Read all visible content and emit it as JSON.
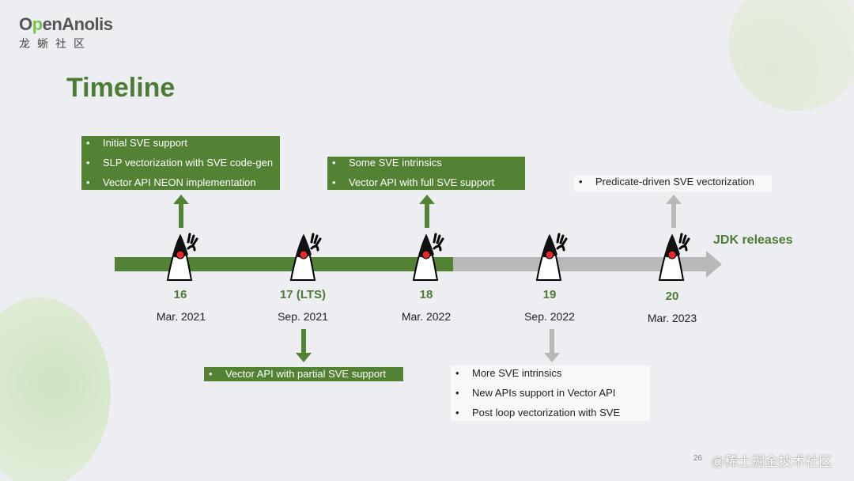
{
  "logo": {
    "main_prefix": "O",
    "main_o": "p",
    "main_rest": "enAnolis",
    "sub": "龙蜥社区"
  },
  "title": "Timeline",
  "timeline_label": "JDK releases",
  "releases": [
    {
      "version": "16",
      "date": "Mar. 2021"
    },
    {
      "version": "17 (LTS)",
      "date": "Sep. 2021"
    },
    {
      "version": "18",
      "date": "Mar. 2022"
    },
    {
      "version": "19",
      "date": "Sep. 2022"
    },
    {
      "version": "20",
      "date": "Mar. 2023"
    }
  ],
  "boxes": {
    "jdk16": [
      "Initial SVE support",
      "SLP vectorization with SVE code-gen",
      "Vector API NEON implementation"
    ],
    "jdk17": [
      "Vector API with partial SVE support"
    ],
    "jdk18": [
      "Some SVE intrinsics",
      "Vector API with full SVE support"
    ],
    "jdk19": [
      "More SVE intrinsics",
      "New APIs support in Vector API",
      "Post loop vectorization with SVE"
    ],
    "jdk20": [
      "Predicate-driven SVE vectorization"
    ]
  },
  "colors": {
    "green": "#548235",
    "gray": "#b8b8b8",
    "title_green": "#4e7b33"
  },
  "page_number": "26",
  "watermark": "@稀土掘金技术社区"
}
